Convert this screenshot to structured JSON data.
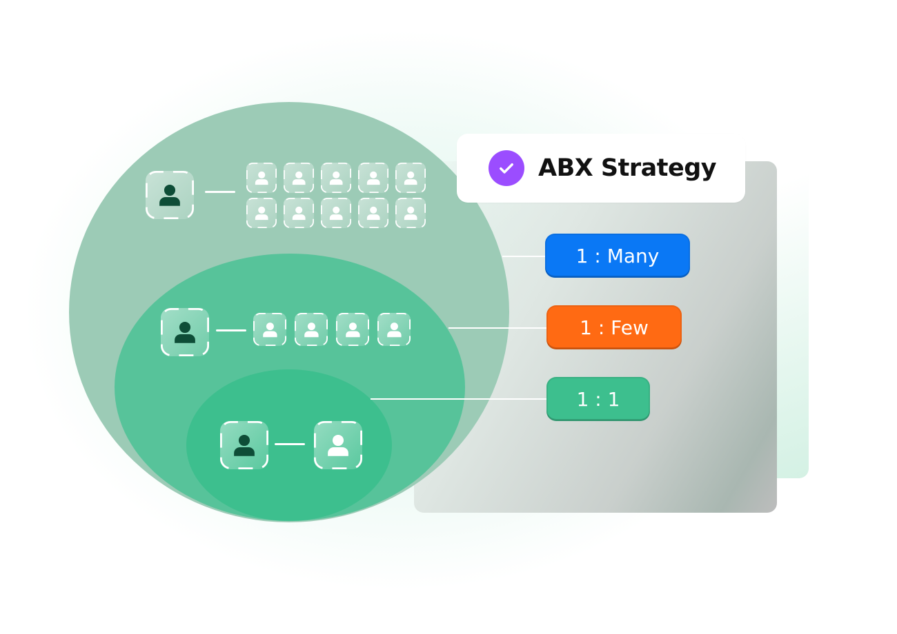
{
  "title_card": {
    "title": "ABX Strategy",
    "icon": "check-circle-icon",
    "icon_color": "#9b4dff"
  },
  "tiers": [
    {
      "label": "1 : Many",
      "color": "#0a78f5",
      "contacts": 10,
      "circle_color": "#9ccbb6"
    },
    {
      "label": "1 : Few",
      "color": "#ff6a13",
      "contacts": 4,
      "circle_color": "#57c39a"
    },
    {
      "label": "1 : 1",
      "color": "#3dbf8e",
      "contacts": 1,
      "circle_color": "#3dbf8e"
    }
  ],
  "icons": {
    "seller": "user-icon",
    "account_contact": "user-icon"
  },
  "colors": {
    "seller_person": "#0e4d37",
    "contact_person": "#ffffff"
  }
}
